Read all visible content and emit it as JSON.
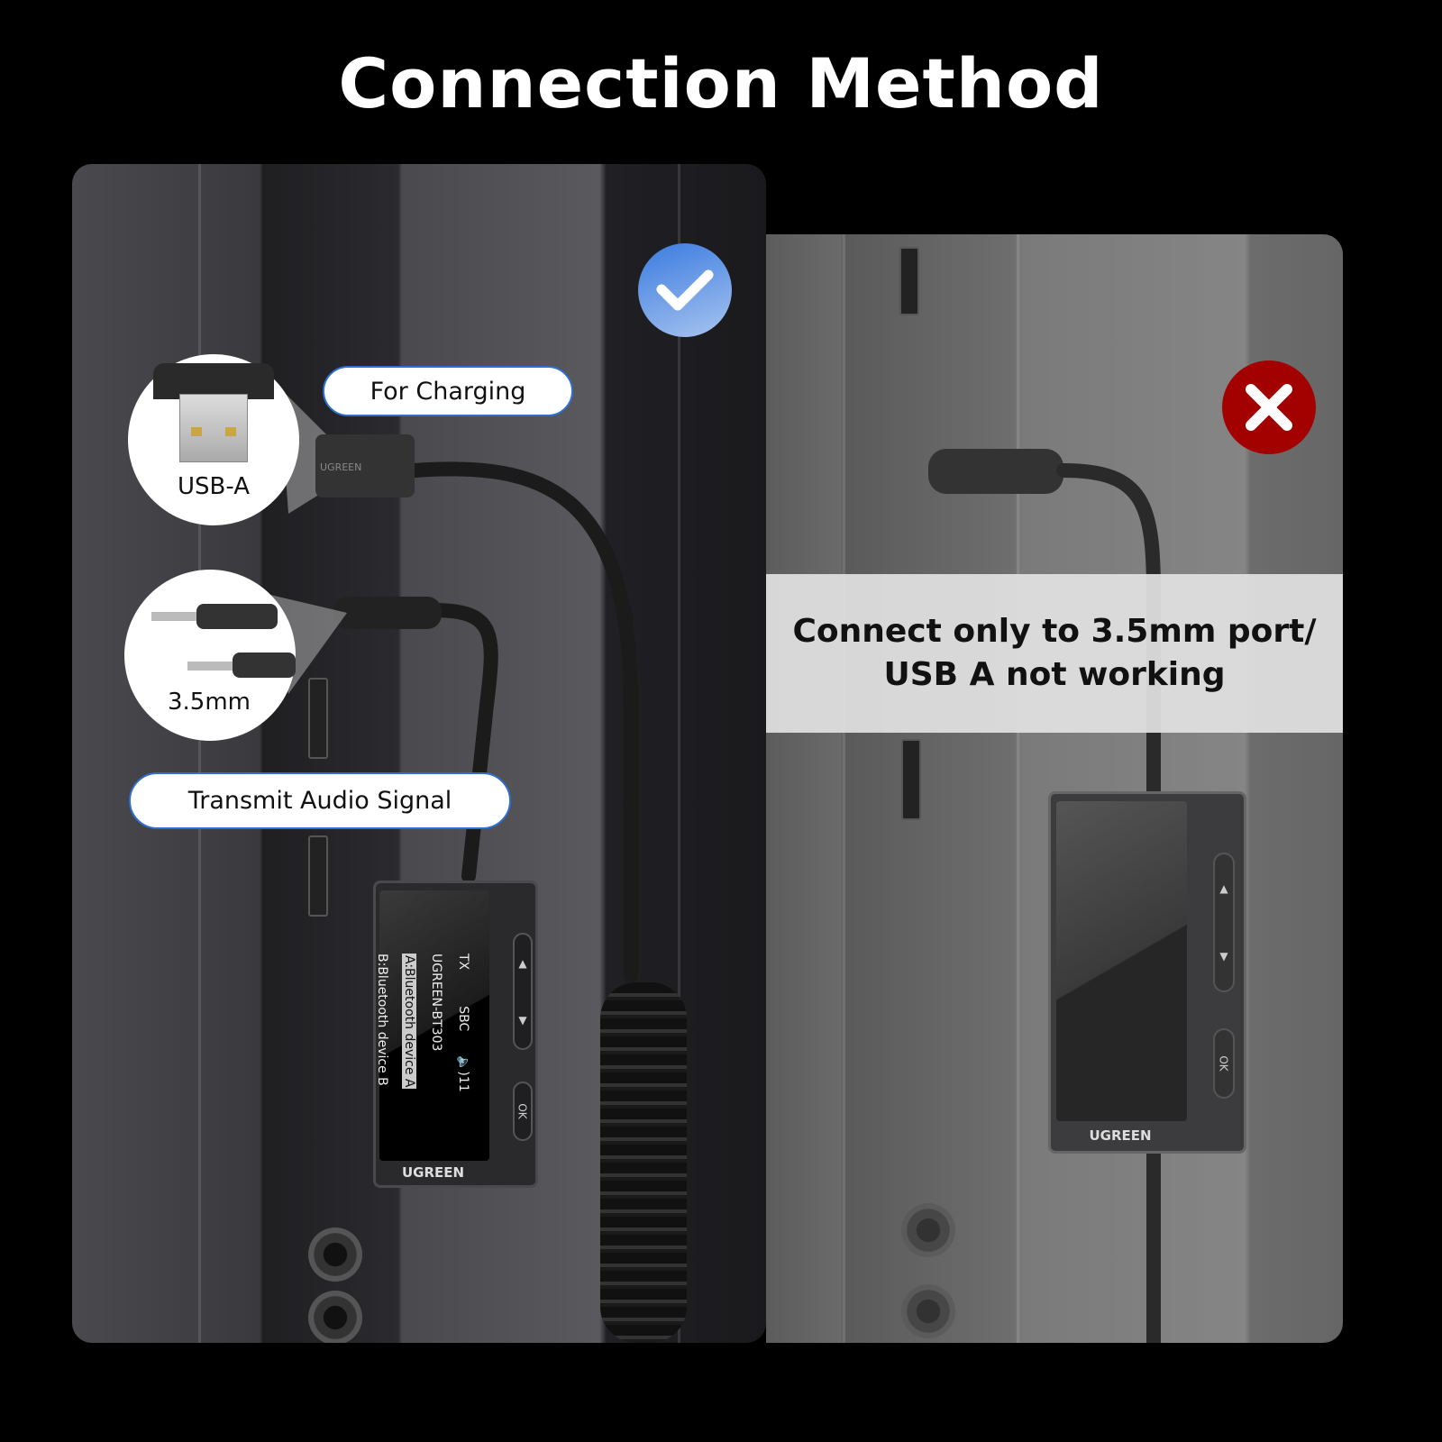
{
  "title": "Connection Method",
  "left": {
    "status_icon": "check-icon",
    "usb_label": "USB-A",
    "jack_label": "3.5mm",
    "charging_label": "For Charging",
    "audio_label": "Transmit Audio Signal",
    "plug_brand": "UGREEN",
    "device": {
      "brand": "UGREEN",
      "ok_label": "OK",
      "up": "▲",
      "down": "▼",
      "screen": {
        "mode": "TX",
        "codec": "SBC",
        "volume": "🔈)11",
        "name": "UGREEN-BT303",
        "device_a": "A:Bluetooth device A",
        "device_b": "B:Bluetooth device B"
      }
    }
  },
  "right": {
    "status_icon": "x-icon",
    "warning_line1": "Connect only to 3.5mm port/",
    "warning_line2": "USB A not working",
    "device": {
      "brand": "UGREEN",
      "ok_label": "OK",
      "up": "▲",
      "down": "▼"
    }
  },
  "colors": {
    "check": "#3a7be0",
    "cross": "#a30000",
    "pill_border": "#2f6fd0"
  }
}
